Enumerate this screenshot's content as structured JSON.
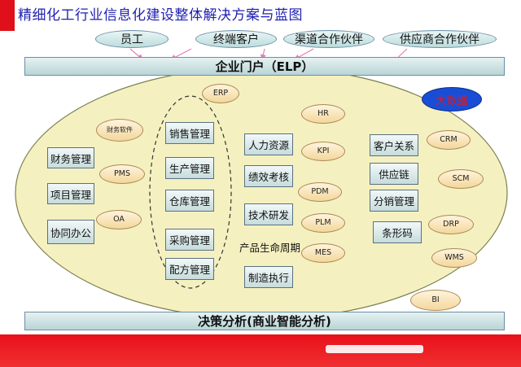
{
  "title": "精细化工行业信息化建设整体解决方案与蓝图",
  "roles": [
    "员工",
    "终端客户",
    "渠道合作伙伴",
    "供应商合作伙伴"
  ],
  "portal_bar": "企业门户（ELP）",
  "decision_bar": "决策分析(商业智能分析)",
  "big_data_badge": "大数据",
  "left_modules": [
    "财务管理",
    "项目管理",
    "协同办公"
  ],
  "left_tags": [
    "财务软件",
    "PMS",
    "OA"
  ],
  "center_modules": [
    "销售管理",
    "生产管理",
    "仓库管理",
    "采购管理",
    "配方管理"
  ],
  "center_tag": "ERP",
  "mid_modules": [
    "人力资源",
    "绩效考核",
    "技术研发",
    "产品生命周期",
    "制造执行"
  ],
  "mid_tags": [
    "HR",
    "KPI",
    "PDM",
    "PLM",
    "MES"
  ],
  "right_modules": [
    "客户关系",
    "供应链",
    "分销管理",
    "条形码"
  ],
  "right_tags": [
    "CRM",
    "SCM",
    "DRP",
    "WMS"
  ],
  "bi_tag": "BI",
  "colors": {
    "title": "#1f1fb0",
    "ellipse_fill": "#f5f0c0",
    "badge": "#1a4dd6",
    "badge_text": "#e21818",
    "accent_red": "#e0101a",
    "connector": "#e080b8"
  }
}
